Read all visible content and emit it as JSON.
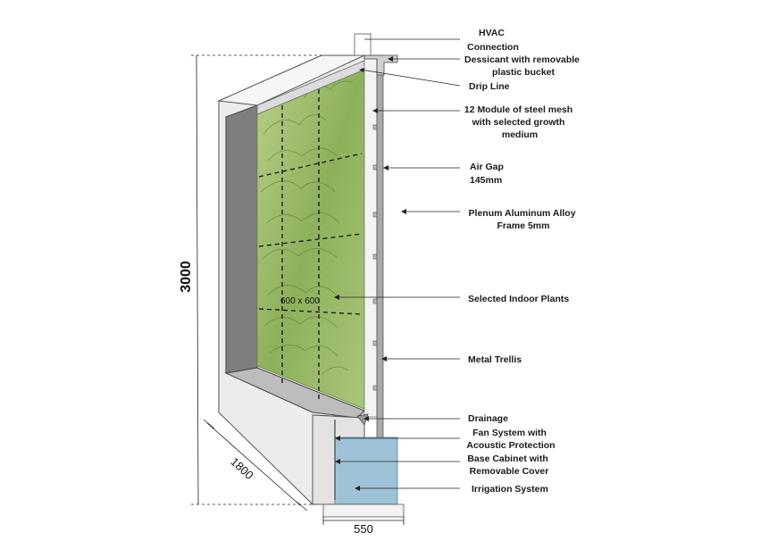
{
  "diagram": {
    "dimensions": {
      "height": "3000",
      "width": "1800",
      "depth": "550",
      "module": "600 x 600"
    },
    "labels": [
      {
        "id": "hvac",
        "lines": [
          "HVAC",
          "Connection"
        ]
      },
      {
        "id": "dessicant",
        "lines": [
          "Dessicant with removable",
          "plastic bucket"
        ]
      },
      {
        "id": "drip-line",
        "lines": [
          "Drip Line"
        ]
      },
      {
        "id": "steel-mesh",
        "lines": [
          "12 Module of steel mesh",
          "with selected growth",
          "medium"
        ]
      },
      {
        "id": "air-gap",
        "lines": [
          "Air Gap",
          "145mm"
        ]
      },
      {
        "id": "plenum-frame",
        "lines": [
          "Plenum Aluminum Alloy",
          "Frame 5mm"
        ]
      },
      {
        "id": "indoor-plants",
        "lines": [
          "Selected Indoor Plants"
        ]
      },
      {
        "id": "metal-trellis",
        "lines": [
          "Metal Trellis"
        ]
      },
      {
        "id": "drainage",
        "lines": [
          "Drainage"
        ]
      },
      {
        "id": "fan-system",
        "lines": [
          "Fan System with",
          "Acoustic Protection"
        ]
      },
      {
        "id": "base-cabinet",
        "lines": [
          "Base Cabinet with",
          "Removable Cover"
        ]
      },
      {
        "id": "irrigation",
        "lines": [
          "Irrigation System"
        ]
      }
    ],
    "colors": {
      "panel": "#e6e6e6",
      "panel_dark": "#808080",
      "plants": "#8fb45a",
      "water": "#9ec3d6",
      "frame": "#a8a8a8"
    }
  }
}
